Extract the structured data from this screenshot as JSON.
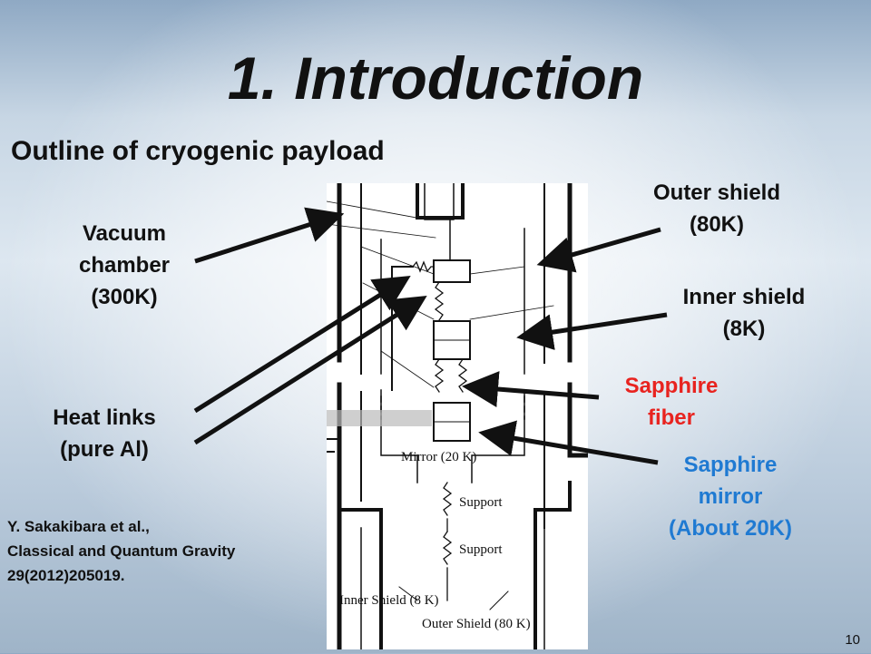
{
  "title": "1. Introduction",
  "subtitle": "Outline of cryogenic payload",
  "labels": {
    "vacuum_chamber": [
      "Vacuum",
      "chamber",
      "(300K)"
    ],
    "heat_links": [
      "Heat links",
      "(pure Al)"
    ],
    "outer_shield": [
      "Outer shield",
      "(80K)"
    ],
    "inner_shield": [
      "Inner shield",
      "(8K)"
    ],
    "sapphire_fiber": [
      "Sapphire",
      "fiber"
    ],
    "sapphire_mirror": [
      "Sapphire",
      "mirror",
      "(About 20K)"
    ]
  },
  "citation": [
    "Y. Sakakibara et al.,",
    "Classical and Quantum Gravity",
    "29(2012)205019."
  ],
  "figure": {
    "mirror_label": "Mirror (20 K)",
    "support_label_1": "Support",
    "support_label_2": "Support",
    "inner_shield_label": "Inner Shield (8 K)",
    "outer_shield_label": "Outer Shield (80 K)"
  },
  "page_number": "10",
  "colors": {
    "red_label": "#e8231f",
    "blue_label": "#1f7ad2"
  }
}
